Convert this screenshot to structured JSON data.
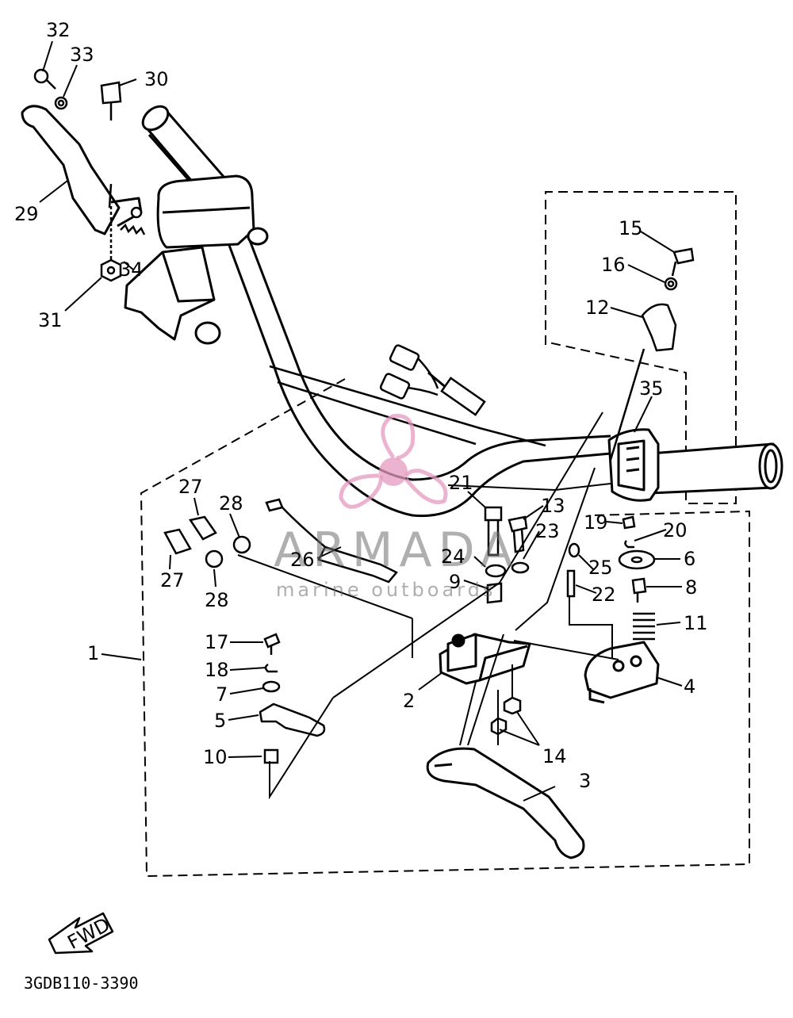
{
  "diagram_code": "3GDB110-3390",
  "fwd_arrow_label": "FWD",
  "watermark": {
    "brand": "ARMADA",
    "tagline": "marine outboards",
    "accent_color": "#e59ac0"
  },
  "callouts": [
    "1",
    "2",
    "3",
    "4",
    "5",
    "6",
    "7",
    "8",
    "9",
    "10",
    "11",
    "12",
    "13",
    "14",
    "15",
    "16",
    "17",
    "18",
    "19",
    "20",
    "21",
    "22",
    "23",
    "24",
    "25",
    "26",
    "27",
    "27",
    "28",
    "28",
    "29",
    "30",
    "31",
    "32",
    "33",
    "34",
    "35"
  ]
}
